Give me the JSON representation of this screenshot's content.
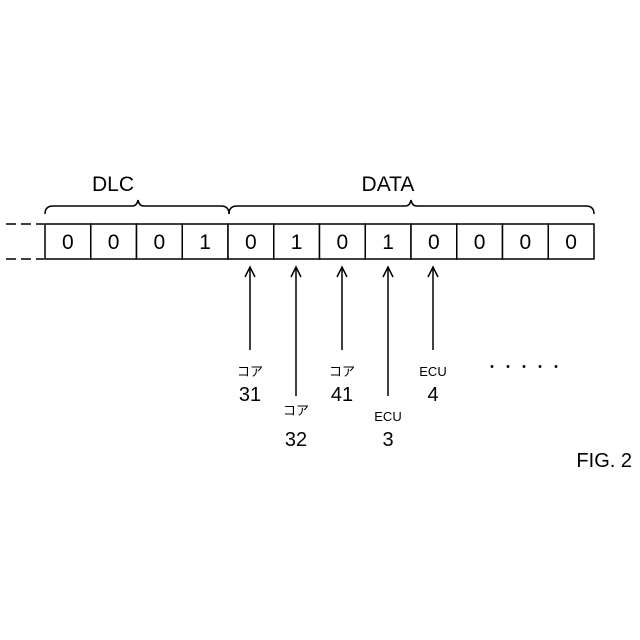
{
  "brackets": {
    "dlc": "DLC",
    "data": "DATA"
  },
  "bits": [
    "0",
    "0",
    "0",
    "1",
    "0",
    "1",
    "0",
    "1",
    "0",
    "0",
    "0",
    "0"
  ],
  "pointers": [
    {
      "caption": "コア",
      "number": "31"
    },
    {
      "caption": "コア",
      "number": "32"
    },
    {
      "caption": "コア",
      "number": "41"
    },
    {
      "caption": "ECU",
      "number": "3"
    },
    {
      "caption": "ECU",
      "number": "4"
    }
  ],
  "ellipsis": "・・・・・",
  "figure_label": "FIG. 2"
}
